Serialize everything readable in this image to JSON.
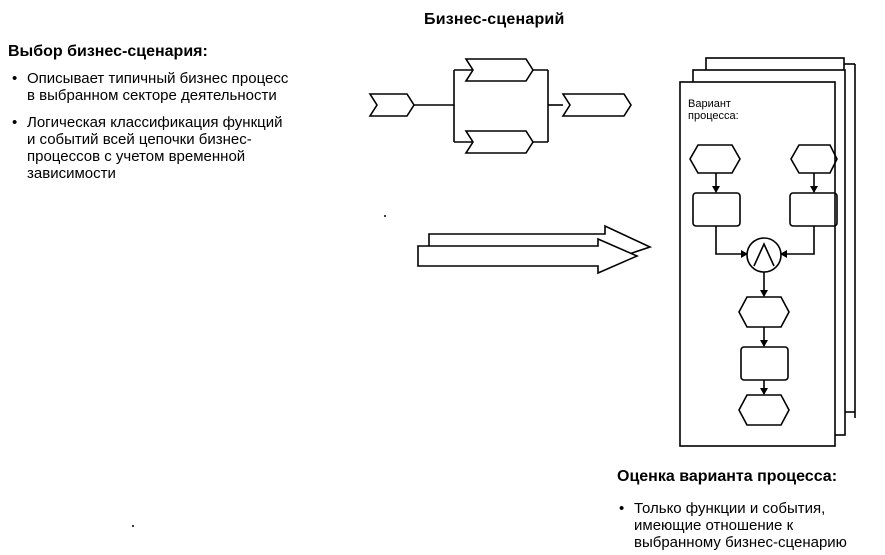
{
  "title": "Бизнес-сценарий",
  "left": {
    "heading": "Выбор бизнес-сценария:",
    "bullets": [
      {
        "lines": [
          "Описывает типичный бизнес процесс",
          "в выбранном секторе деятельности"
        ]
      },
      {
        "lines": [
          "Логическая классификация функций",
          "и событий всей цепочки бизнес-",
          "процессов с учетом временной",
          "зависимости"
        ]
      }
    ]
  },
  "variant": {
    "label_lines": [
      "Вариант",
      "процесса:"
    ]
  },
  "bottom": {
    "heading": "Оценка варианта процесса:",
    "bullet_lines": [
      "Только функции и события,",
      "имеющие отношение к",
      "выбранному бизнес-сценарию"
    ]
  }
}
